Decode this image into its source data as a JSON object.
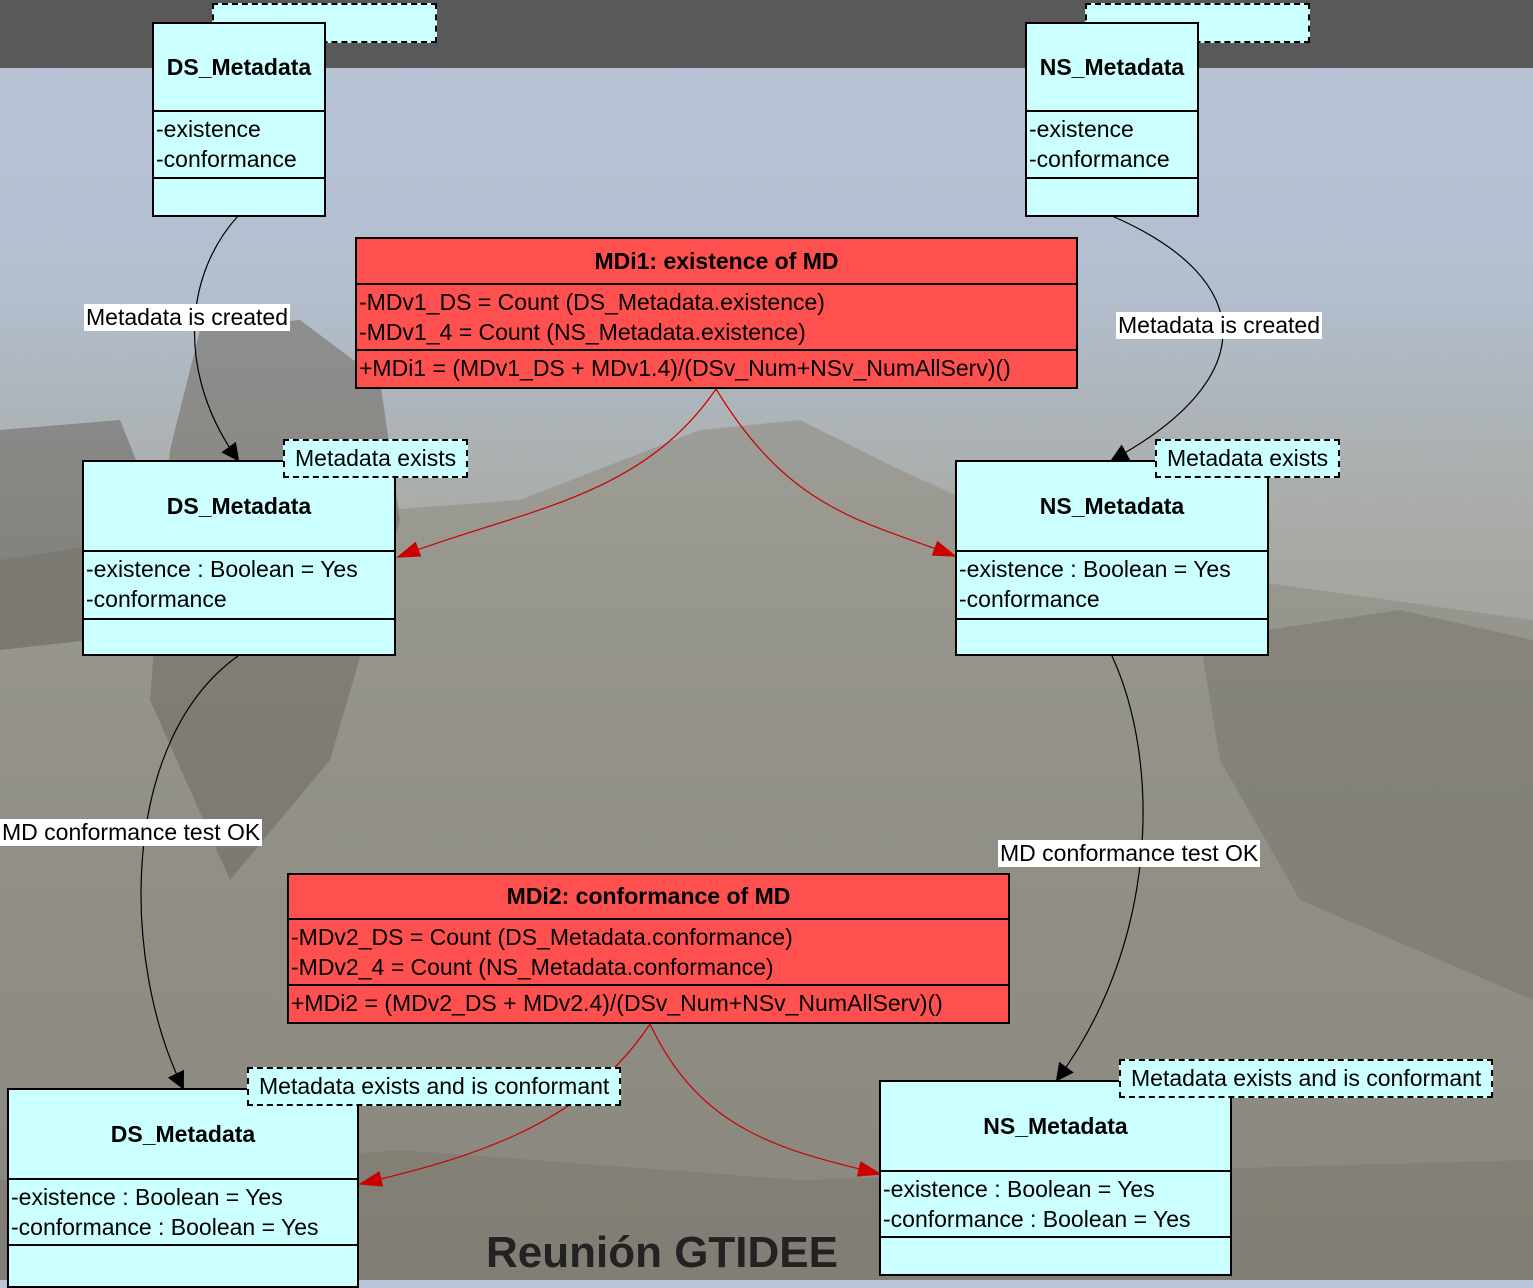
{
  "footer": "Reunión GTIDEE",
  "row1": {
    "ds": {
      "title": "DS_Metadata",
      "attrs": [
        "-existence",
        "-conformance"
      ]
    },
    "ns": {
      "title": "NS_Metadata",
      "attrs": [
        "-existence",
        "-conformance"
      ]
    }
  },
  "mdi1": {
    "title": "MDi1: existence of MD",
    "attrs": [
      "-MDv1_DS = Count (DS_Metadata.existence)",
      "-MDv1_4 = Count (NS_Metadata.existence)"
    ],
    "op": "+MDi1 = (MDv1_DS + MDv1.4)/(DSv_Num+NSv_NumAllServ)()"
  },
  "mdi2": {
    "title": "MDi2: conformance of MD",
    "attrs": [
      "-MDv2_DS = Count (DS_Metadata.conformance)",
      "-MDv2_4 = Count (NS_Metadata.conformance)"
    ],
    "op": "+MDi2 = (MDv2_DS + MDv2.4)/(DSv_Num+NSv_NumAllServ)()"
  },
  "row2": {
    "ds": {
      "title": "DS_Metadata",
      "stereotype": "Metadata exists",
      "attrs": [
        "-existence : Boolean = Yes",
        "-conformance"
      ]
    },
    "ns": {
      "title": "NS_Metadata",
      "stereotype": "Metadata exists",
      "attrs": [
        "-existence : Boolean = Yes",
        "-conformance"
      ]
    }
  },
  "row3": {
    "ds": {
      "title": "DS_Metadata",
      "stereotype": "Metadata exists and is conformant",
      "attrs": [
        "-existence : Boolean = Yes",
        "-conformance : Boolean = Yes"
      ]
    },
    "ns": {
      "title": "NS_Metadata",
      "stereotype": "Metadata exists and is conformant",
      "attrs": [
        "-existence : Boolean = Yes",
        "-conformance : Boolean = Yes"
      ]
    }
  },
  "transitions": {
    "created_left": "Metadata is created",
    "created_right": "Metadata is created",
    "test_left": "MD conformance test OK",
    "test_right": "MD conformance test OK"
  }
}
